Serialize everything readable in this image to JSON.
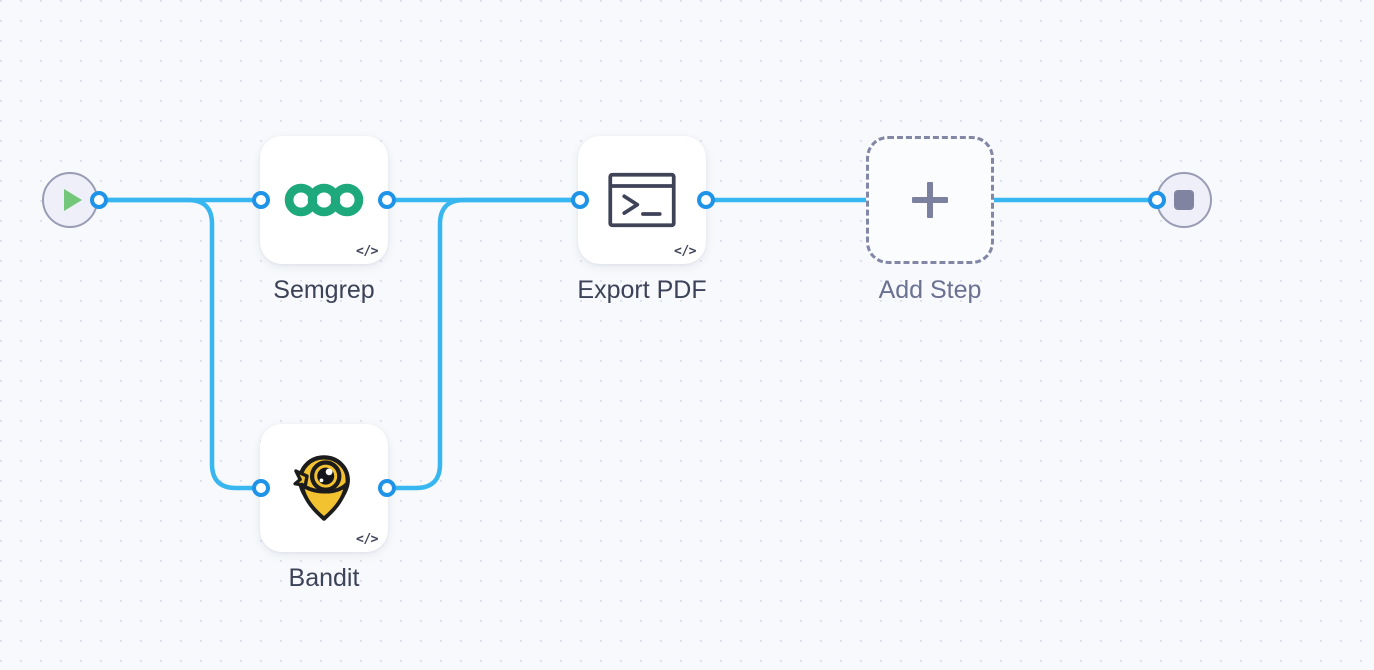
{
  "app": {
    "view": "workflow-canvas",
    "background_color": "#f7f9fc",
    "grid_dot_color": "#dfe2ee",
    "edge_color": "#38b6f0",
    "port_color": "#1e93e8"
  },
  "start_node": {
    "name": "start",
    "icon": "play-icon",
    "icon_color": "#72c878",
    "circle_fill": "#eeeff8",
    "circle_border": "#9a9cb4"
  },
  "end_node": {
    "name": "end",
    "icon": "stop-icon",
    "icon_color": "#8184a0",
    "circle_fill": "#eeeff8",
    "circle_border": "#9a9cb4"
  },
  "steps": [
    {
      "id": "semgrep",
      "label": "Semgrep",
      "icon": "semgrep-logo-icon",
      "icon_color": "#1ea97c",
      "badge": "</>",
      "has_input_port": true,
      "has_output_port": true,
      "dashed": false
    },
    {
      "id": "bandit",
      "label": "Bandit",
      "icon": "bandit-logo-icon",
      "icon_color": "#f2c230",
      "badge": "</>",
      "has_input_port": true,
      "has_output_port": true,
      "dashed": false
    },
    {
      "id": "export-pdf",
      "label": "Export PDF",
      "icon": "terminal-icon",
      "icon_color": "#3e4357",
      "badge": "</>",
      "has_input_port": true,
      "has_output_port": true,
      "dashed": false
    },
    {
      "id": "add-step",
      "label": "Add Step",
      "icon": "plus-icon",
      "icon_color": "#7c819f",
      "badge": "",
      "has_input_port": false,
      "has_output_port": false,
      "dashed": true
    }
  ]
}
